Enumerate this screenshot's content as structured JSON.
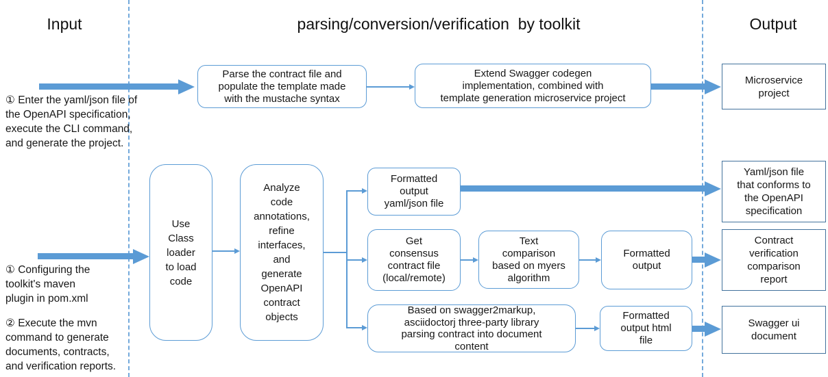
{
  "headers": {
    "input": "Input",
    "toolkit": "parsing/conversion/verification  by toolkit",
    "output": "Output"
  },
  "annotations": {
    "enter_yaml": "① Enter the yaml/json file of\nthe OpenAPI specification,\nexecute the CLI command,\nand generate the project.",
    "configure_maven": "① Configuring the\ntoolkit's maven\nplugin in pom.xml",
    "execute_mvn": "② Execute the mvn\ncommand to generate\ndocuments, contracts,\nand verification reports."
  },
  "toolkit_boxes": {
    "parse_contract": "Parse the contract file and\npopulate the template made\nwith the mustache syntax",
    "extend_swagger": "Extend Swagger codegen\nimplementation, combined with\ntemplate generation microservice project",
    "class_loader": "Use\nClass\nloader\nto load\ncode",
    "analyze_code": "Analyze\ncode\nannotations,\nrefine\ninterfaces,\nand\ngenerate\nOpenAPI\ncontract\nobjects",
    "formatted_yaml": "Formatted\noutput\nyaml/json file",
    "get_consensus": "Get\nconsensus\ncontract file\n(local/remote)",
    "text_comparison": "Text\ncomparison\nbased on myers\nalgorithm",
    "formatted_output": "Formatted\noutput",
    "swagger2markup": "Based on swagger2markup,\nasciidoctorj three-party library\nparsing contract into document\ncontent",
    "formatted_html": "Formatted\noutput html\nfile"
  },
  "output_boxes": {
    "microservice_project": "Microservice\nproject",
    "yaml_json_file": "Yaml/json file\nthat conforms to\nthe OpenAPI\nspecification",
    "contract_report": "Contract\nverification\ncomparison\nreport",
    "swagger_ui": "Swagger ui\ndocument"
  },
  "colors": {
    "accent": "#5B9BD5",
    "output_border": "#41719C",
    "text": "#1F1F1F"
  }
}
